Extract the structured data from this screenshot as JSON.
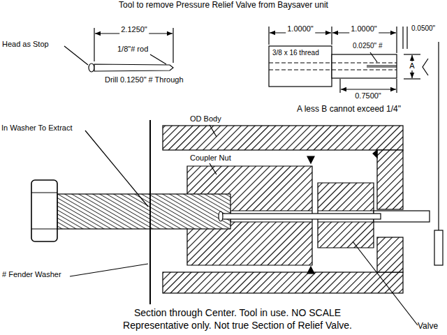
{
  "diagram": {
    "title": "Tool to remove Pressure Relief Valve from Baysaver unit",
    "caption": "Section through Center. Tool in use. NO SCALE",
    "labels": [
      "Head as Stop",
      "2.1250\"",
      "1/8\"# rod",
      "Drill 0.1250\" # Through",
      "1.0000\"",
      "1.0000\"",
      "0.0500\"",
      "3/8 x 16 thread",
      "0.0250\" #",
      "0.7500\"",
      "A",
      "A less B cannot exceed 1/4\"",
      "In Washer To Extract",
      "OD Body",
      "Coupler Nut",
      "# Fender Washer",
      "Valve",
      "Representative only. Not true Section of Relief Valve."
    ]
  }
}
